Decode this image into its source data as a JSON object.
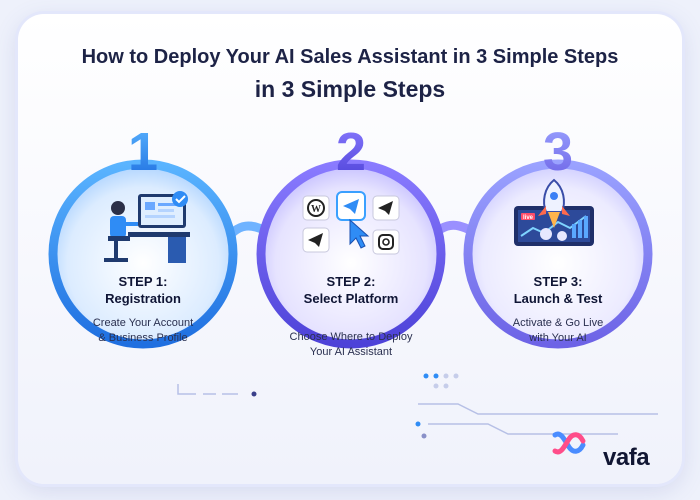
{
  "title": {
    "line1": "How to Deploy Your AI Sales Assistant in 3 Simple Steps",
    "line2": "in 3 Simple Steps"
  },
  "steps": [
    {
      "number": "1",
      "label": "STEP 1:",
      "name": "Registration",
      "desc1": "Create Your Account",
      "desc2": "& Business Profile"
    },
    {
      "number": "2",
      "label": "STEP 2:",
      "name": "Select Platform",
      "desc1": "Choose Where to Deploy",
      "desc2": "Your AI Assistant"
    },
    {
      "number": "3",
      "label": "STEP 3:",
      "name": "Launch & Test",
      "desc1": "Activate & Go Live",
      "desc2": "with Your AI"
    }
  ],
  "platform_icons": [
    "wordpress-icon",
    "telegram-icon",
    "telegram-icon",
    "telegram-icon",
    "cursor-icon",
    "instagram-icon"
  ],
  "launch_badge": "live",
  "brand": {
    "name": "vafa",
    "logo": "vafa-logo-icon"
  },
  "colors": {
    "step1": "#2e8ef2",
    "step2": "#6a5ef0",
    "step3": "#7d74f2",
    "title": "#1d2346"
  }
}
